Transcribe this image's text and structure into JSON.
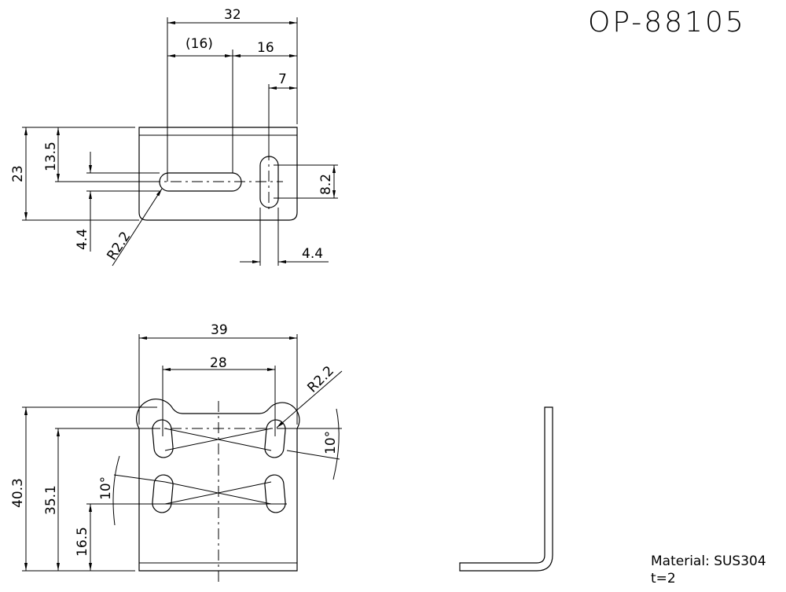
{
  "title": "OP-88105",
  "top_view": {
    "dims": {
      "overall_width": "32",
      "ref_half": "(16)",
      "half": "16",
      "slot_offset": "7",
      "height": "23",
      "slot_height": "13.5",
      "slot_width": "4.4",
      "radius": "R2.2",
      "vslot_length": "8.2",
      "vslot_width": "4.4"
    }
  },
  "front_view": {
    "dims": {
      "width": "39",
      "hole_pitch": "28",
      "radius": "R2.2",
      "height": "40.3",
      "upper_holes": "35.1",
      "lower_holes": "16.5",
      "angle_right": "10°",
      "angle_left": "10°"
    }
  },
  "notes": {
    "material": "Material: SUS304",
    "thickness": "t=2"
  }
}
